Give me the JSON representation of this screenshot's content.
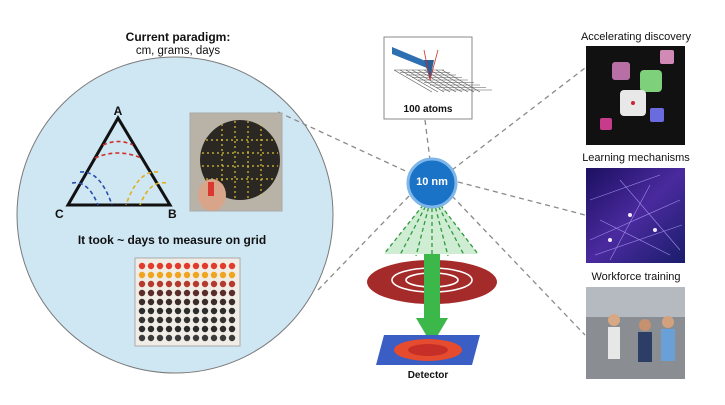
{
  "paradigm": {
    "title": "Current paradigm:",
    "subtitle": "cm, grams, days",
    "triangle": {
      "a": "A",
      "b": "B",
      "c": "C"
    },
    "grid_caption": "It took ~ days to measure on grid"
  },
  "center": {
    "node_label": "10 nm",
    "afm_caption": "100 atoms",
    "detector_label": "Detector"
  },
  "panels": [
    {
      "label": "Accelerating discovery"
    },
    {
      "label": "Learning mechanisms"
    },
    {
      "label": "Workforce training"
    }
  ],
  "colors": {
    "circle_fill": "#cfe6f3",
    "node_blue": "#1a73c6",
    "dashed_line": "#8a8a8a",
    "cone_green": "#3cb84a",
    "ring_red": "#a52a2a",
    "triangle_red": "#d0302a",
    "triangle_blue": "#2a4fa8",
    "triangle_yellow": "#e0b020"
  }
}
